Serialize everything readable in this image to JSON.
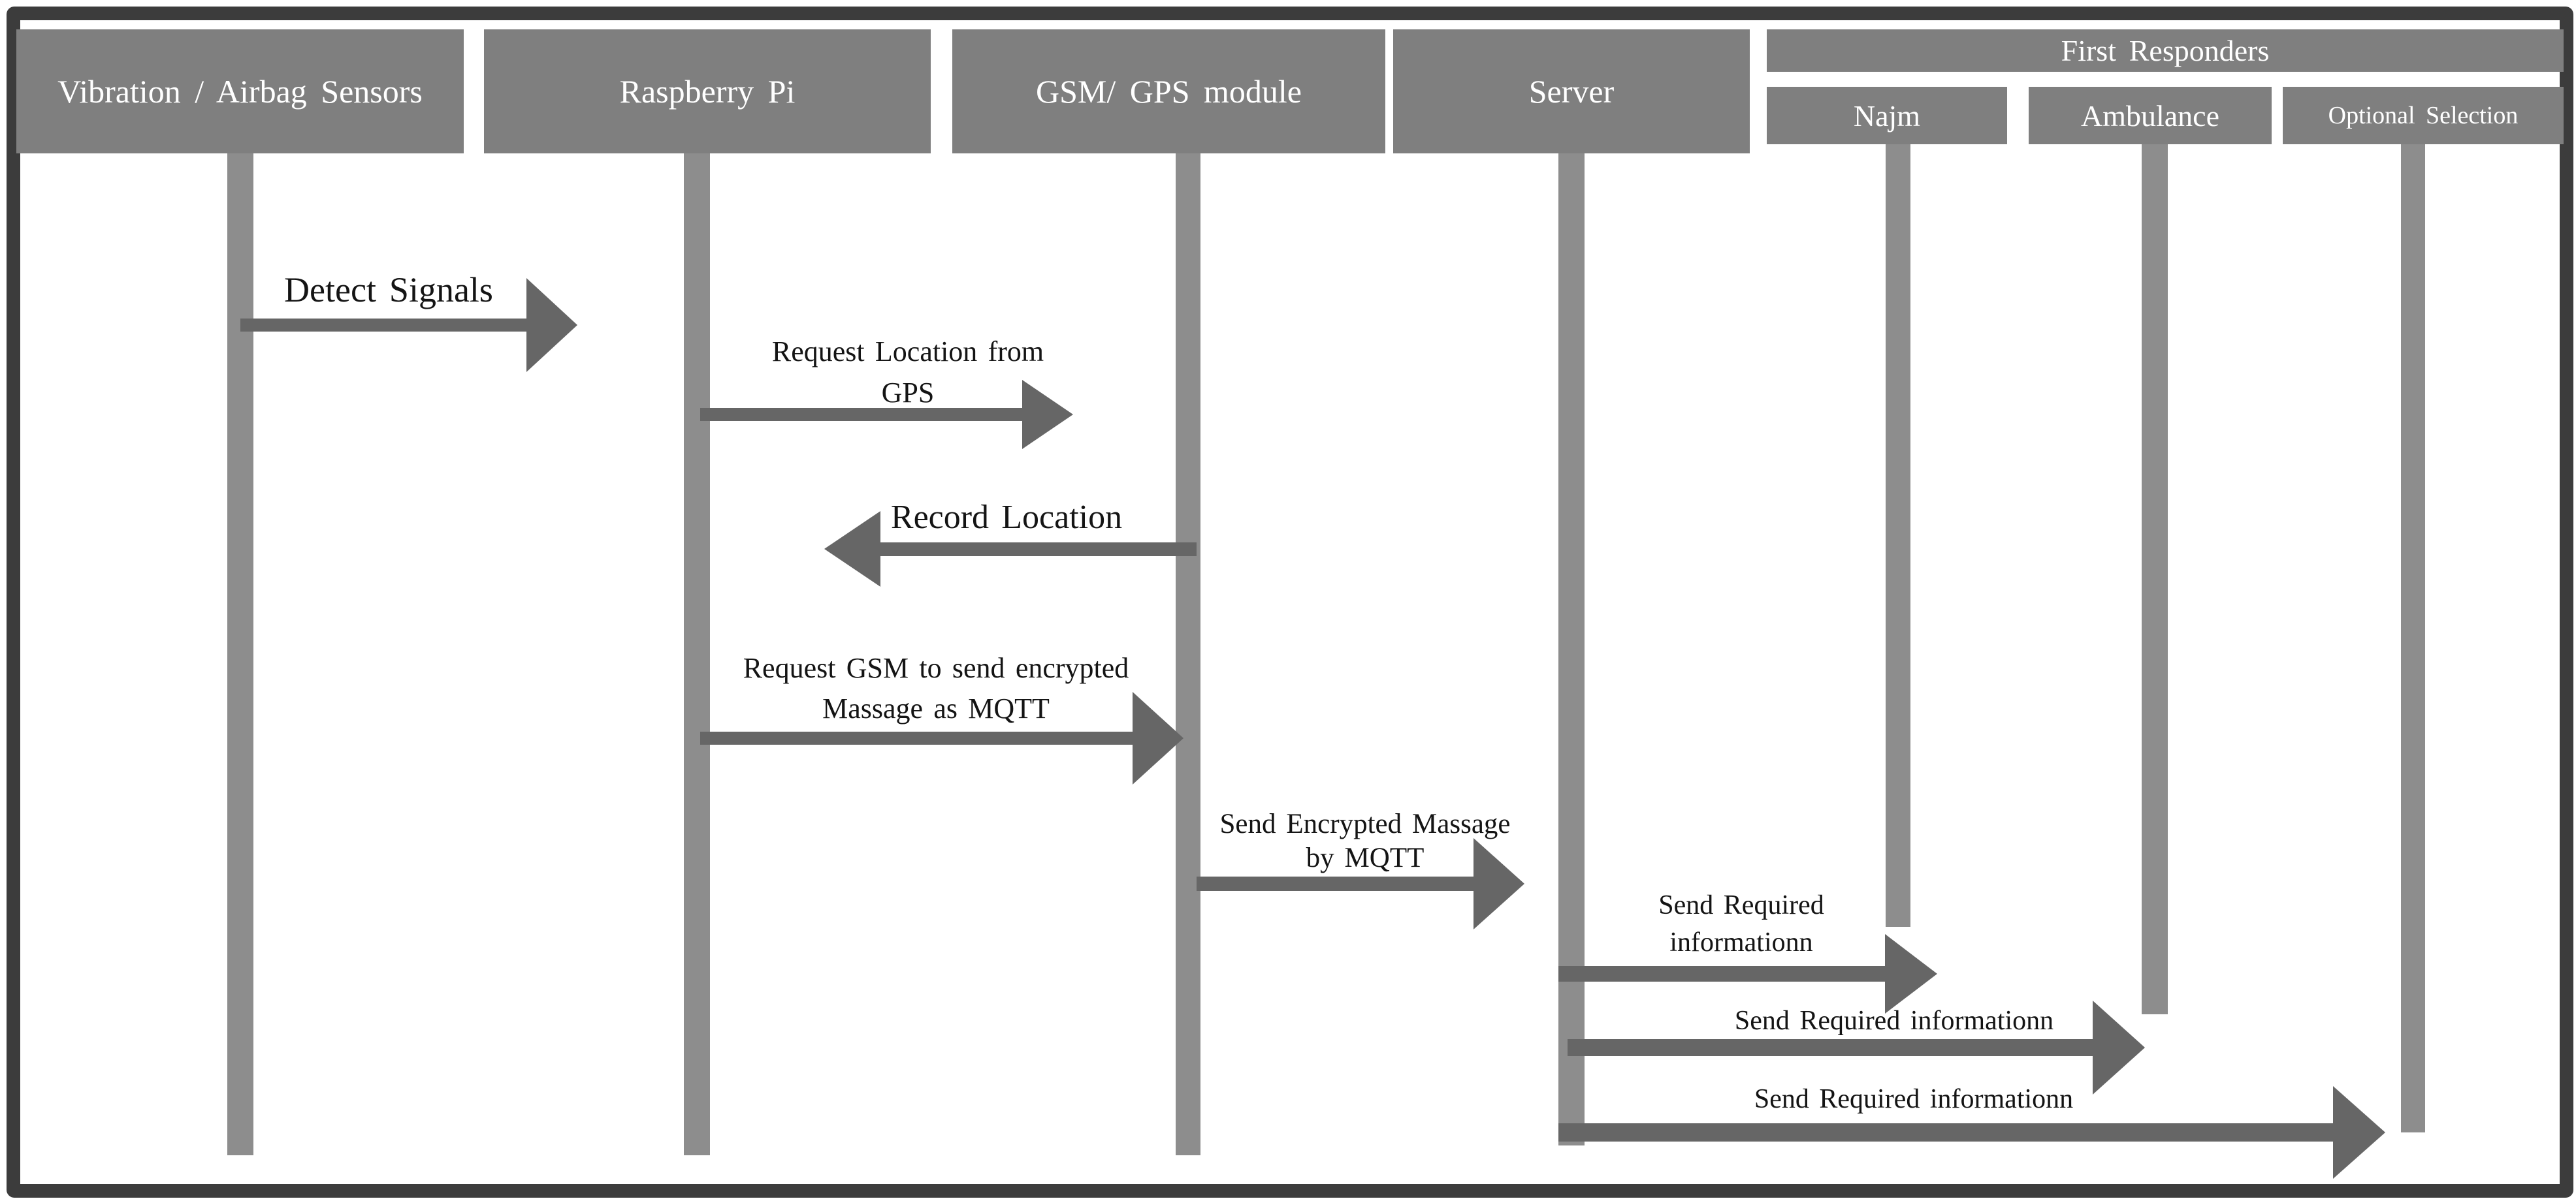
{
  "diagram_type": "sequence-diagram",
  "colors": {
    "background": "#ffffff",
    "frame_border": "#3c3c3c",
    "actor_fill": "#7f7f7f",
    "actor_text": "#ffffff",
    "lifeline_fill": "#8d8d8d",
    "arrow_fill": "#666666",
    "label_text": "#141414"
  },
  "actors": {
    "sensors": "Vibration / Airbag Sensors",
    "raspberry_pi": "Raspberry Pi",
    "gsm": "GSM/ GPS module",
    "server": "Server",
    "first_responders": "First Responders",
    "najm": "Najm",
    "ambulance": "Ambulance",
    "optional": "Optional Selection"
  },
  "messages": {
    "detect": {
      "label": "Detect Signals",
      "from": "Vibration / Airbag Sensors",
      "to": "Raspberry Pi",
      "direction": "right"
    },
    "request_location": {
      "line1": "Request Location from",
      "line2": "GPS",
      "from": "Raspberry Pi",
      "to": "GSM/ GPS module",
      "direction": "right"
    },
    "record_location": {
      "label": "Record Location",
      "from": "GSM/ GPS module",
      "to": "Raspberry Pi",
      "direction": "left"
    },
    "request_gsm": {
      "line1": "Request GSM to send encrypted",
      "line2": "Massage as MQTT",
      "from": "Raspberry Pi",
      "to": "GSM/ GPS module",
      "direction": "right"
    },
    "send_encrypted": {
      "line1": "Send Encrypted Massage",
      "line2": "by MQTT",
      "from": "GSM/ GPS module",
      "to": "Server",
      "direction": "right"
    },
    "send_najm": {
      "line1": "Send Required",
      "line2": "informationn",
      "from": "Server",
      "to": "Najm",
      "direction": "right"
    },
    "send_ambulance": {
      "label": "Send Required informationn",
      "from": "Server",
      "to": "Ambulance",
      "direction": "right"
    },
    "send_optional": {
      "label": "Send Required informationn",
      "from": "Server",
      "to": "Optional Selection",
      "direction": "right"
    }
  }
}
